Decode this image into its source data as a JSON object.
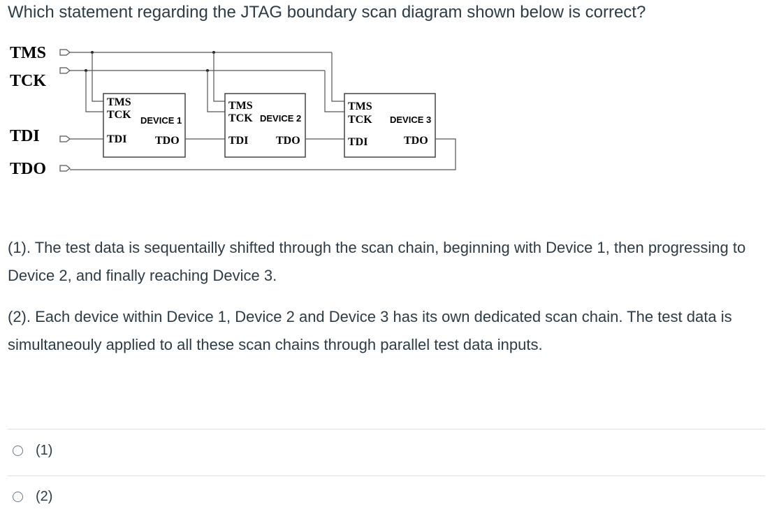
{
  "question": {
    "title": "Which statement regarding the JTAG boundary scan diagram shown below is correct?",
    "statement_1": "(1). The test data is sequentailly shifted through the scan chain, beginning with Device 1, then progressing to Device 2, and finally reaching Device 3.",
    "statement_2": "(2). Each device within Device 1, Device 2 and Device 3 has its own dedicated scan chain. The test data is simultaneouly applied to all these scan chains through parallel test data inputs."
  },
  "diagram": {
    "signals": {
      "tms": "TMS",
      "tck": "TCK",
      "tdi": "TDI",
      "tdo": "TDO"
    },
    "devices": [
      {
        "name": "DEVICE 1",
        "tms": "TMS",
        "tck": "TCK",
        "tdi": "TDI",
        "tdo": "TDO"
      },
      {
        "name": "DEVICE 2",
        "tms": "TMS",
        "tck": "TCK",
        "tdi": "TDI",
        "tdo": "TDO"
      },
      {
        "name": "DEVICE 3",
        "tms": "TMS",
        "tck": "TCK",
        "tdi": "TDI",
        "tdo": "TDO"
      }
    ]
  },
  "answers": [
    {
      "label": "(1)",
      "selected": false
    },
    {
      "label": "(2)",
      "selected": false
    }
  ],
  "colors": {
    "text": "#2d3b45",
    "divider": "#dcdfe3",
    "radio_border": "#6b7780"
  }
}
